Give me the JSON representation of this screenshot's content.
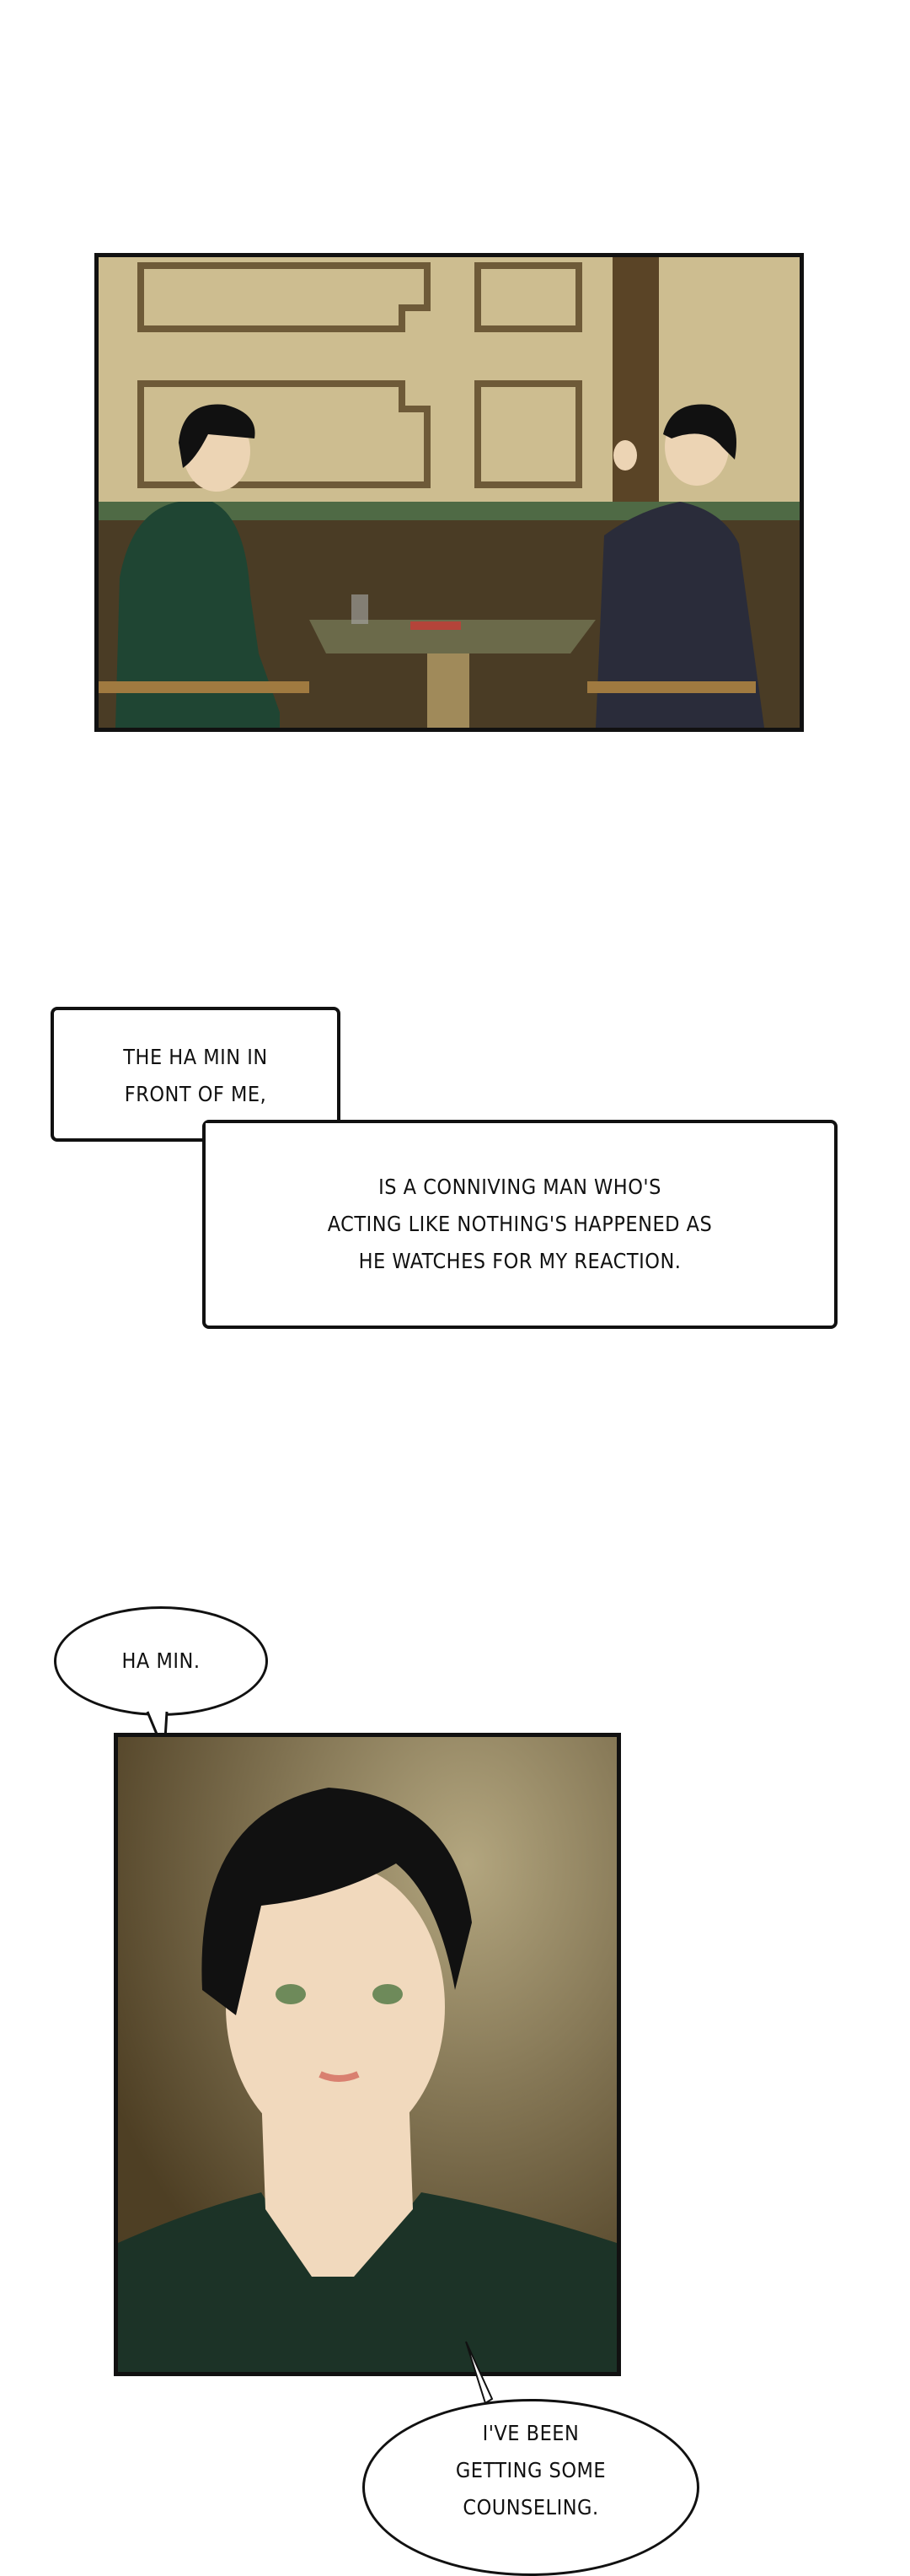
{
  "panels": [
    {
      "name": "restaurant-scene",
      "palette": {
        "wall": "#c9b98c",
        "trim": "#6e5a38",
        "floor": "#4a3c25",
        "left_shirt": "#1f4533",
        "right_jacket": "#2a2c3a"
      }
    },
    {
      "name": "ha-min-closeup",
      "palette": {
        "bg": "#5b4a2c",
        "skin": "#f1d9bd",
        "hair": "#111111",
        "shirt": "#1c3327",
        "eyes": "#6e8a5a"
      }
    }
  ],
  "captions": {
    "box1": "THE HA MIN IN\nFRONT OF ME,",
    "box2": "IS A CONNIVING MAN WHO'S\nACTING LIKE NOTHING'S HAPPENED AS\nHE WATCHES FOR MY REACTION."
  },
  "bubbles": {
    "b1": "HA MIN.",
    "b2": "I'VE BEEN\nGETTING SOME\nCOUNSELING."
  }
}
